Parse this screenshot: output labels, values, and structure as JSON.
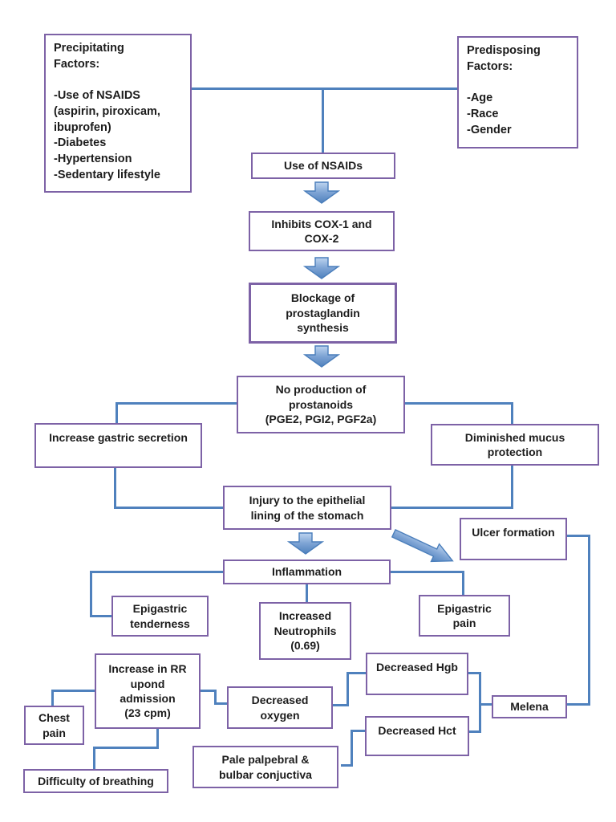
{
  "diagram": {
    "type": "flowchart",
    "topic": "Pathophysiology of NSAID-induced peptic ulcer"
  },
  "palette": {
    "box_border": "#7d62a6",
    "box_fill": "#ffffff",
    "connector_line": "#4f81bd",
    "arrow_fill_light": "#b9d1ee",
    "arrow_fill_dark": "#4f81bd",
    "arrow_stroke": "#4a7ebb",
    "text": "#1c1c1c",
    "background": "#ffffff"
  },
  "icons": {
    "flow_arrow": "block-arrow-down",
    "branch_arrow": "block-arrow-diagonal-right"
  },
  "nodes": {
    "precipitating": {
      "label": "Precipitating\nFactors:\n\n-Use of NSAIDS\n(aspirin, piroxicam,\nibuprofen)\n-Diabetes\n-Hypertension\n-Sedentary lifestyle"
    },
    "predisposing": {
      "label": "Predisposing\nFactors:\n\n-Age\n-Race\n-Gender"
    },
    "use_nsaids": {
      "label": "Use of NSAIDs"
    },
    "inhibits_cox": {
      "label": "Inhibits COX-1 and\nCOX-2"
    },
    "blockage": {
      "label": "Blockage of\nprostaglandin\nsynthesis"
    },
    "no_production": {
      "label": "No production of\nprostanoids\n(PGE2, PGI2, PGF2a)"
    },
    "increase_gastric": {
      "label": "Increase gastric secretion"
    },
    "diminished_mucus": {
      "label": "Diminished mucus\nprotection"
    },
    "injury": {
      "label": "Injury to the epithelial\nlining of the stomach"
    },
    "ulcer": {
      "label": "Ulcer formation"
    },
    "inflammation": {
      "label": "Inflammation"
    },
    "epigastric_tenderness": {
      "label": "Epigastric\ntenderness"
    },
    "increased_neutrophils": {
      "label": "Increased\nNeutrophils\n(0.69)"
    },
    "epigastric_pain": {
      "label": "Epigastric\npain"
    },
    "increase_rr": {
      "label": "Increase in RR\nupond\nadmission\n(23 cpm)"
    },
    "chest_pain": {
      "label": "Chest\npain"
    },
    "decreased_oxygen": {
      "label": "Decreased\noxygen"
    },
    "decreased_hgb": {
      "label": "Decreased Hgb"
    },
    "decreased_hct": {
      "label": "Decreased Hct"
    },
    "melena": {
      "label": "Melena"
    },
    "pale_palpebral": {
      "label": "Pale palpebral &\nbulbar conjuctiva"
    },
    "difficulty_breathing": {
      "label": "Difficulty of breathing"
    }
  },
  "edges": [
    {
      "from": "precipitating",
      "to": "use_nsaids"
    },
    {
      "from": "predisposing",
      "to": "use_nsaids"
    },
    {
      "from": "use_nsaids",
      "to": "inhibits_cox"
    },
    {
      "from": "inhibits_cox",
      "to": "blockage"
    },
    {
      "from": "blockage",
      "to": "no_production"
    },
    {
      "from": "no_production",
      "to": "increase_gastric"
    },
    {
      "from": "no_production",
      "to": "diminished_mucus"
    },
    {
      "from": "increase_gastric",
      "to": "injury"
    },
    {
      "from": "diminished_mucus",
      "to": "injury"
    },
    {
      "from": "injury",
      "to": "inflammation"
    },
    {
      "from": "injury",
      "to": "ulcer"
    },
    {
      "from": "inflammation",
      "to": "epigastric_tenderness"
    },
    {
      "from": "inflammation",
      "to": "increased_neutrophils"
    },
    {
      "from": "inflammation",
      "to": "epigastric_pain"
    },
    {
      "from": "ulcer",
      "to": "melena"
    },
    {
      "from": "increase_rr",
      "to": "chest_pain"
    },
    {
      "from": "increase_rr",
      "to": "decreased_oxygen"
    },
    {
      "from": "increase_rr",
      "to": "difficulty_breathing"
    },
    {
      "from": "decreased_oxygen",
      "to": "decreased_hgb"
    },
    {
      "from": "pale_palpebral",
      "to": "decreased_hct"
    },
    {
      "from": "decreased_hgb",
      "to": "melena"
    },
    {
      "from": "decreased_hct",
      "to": "melena"
    }
  ]
}
